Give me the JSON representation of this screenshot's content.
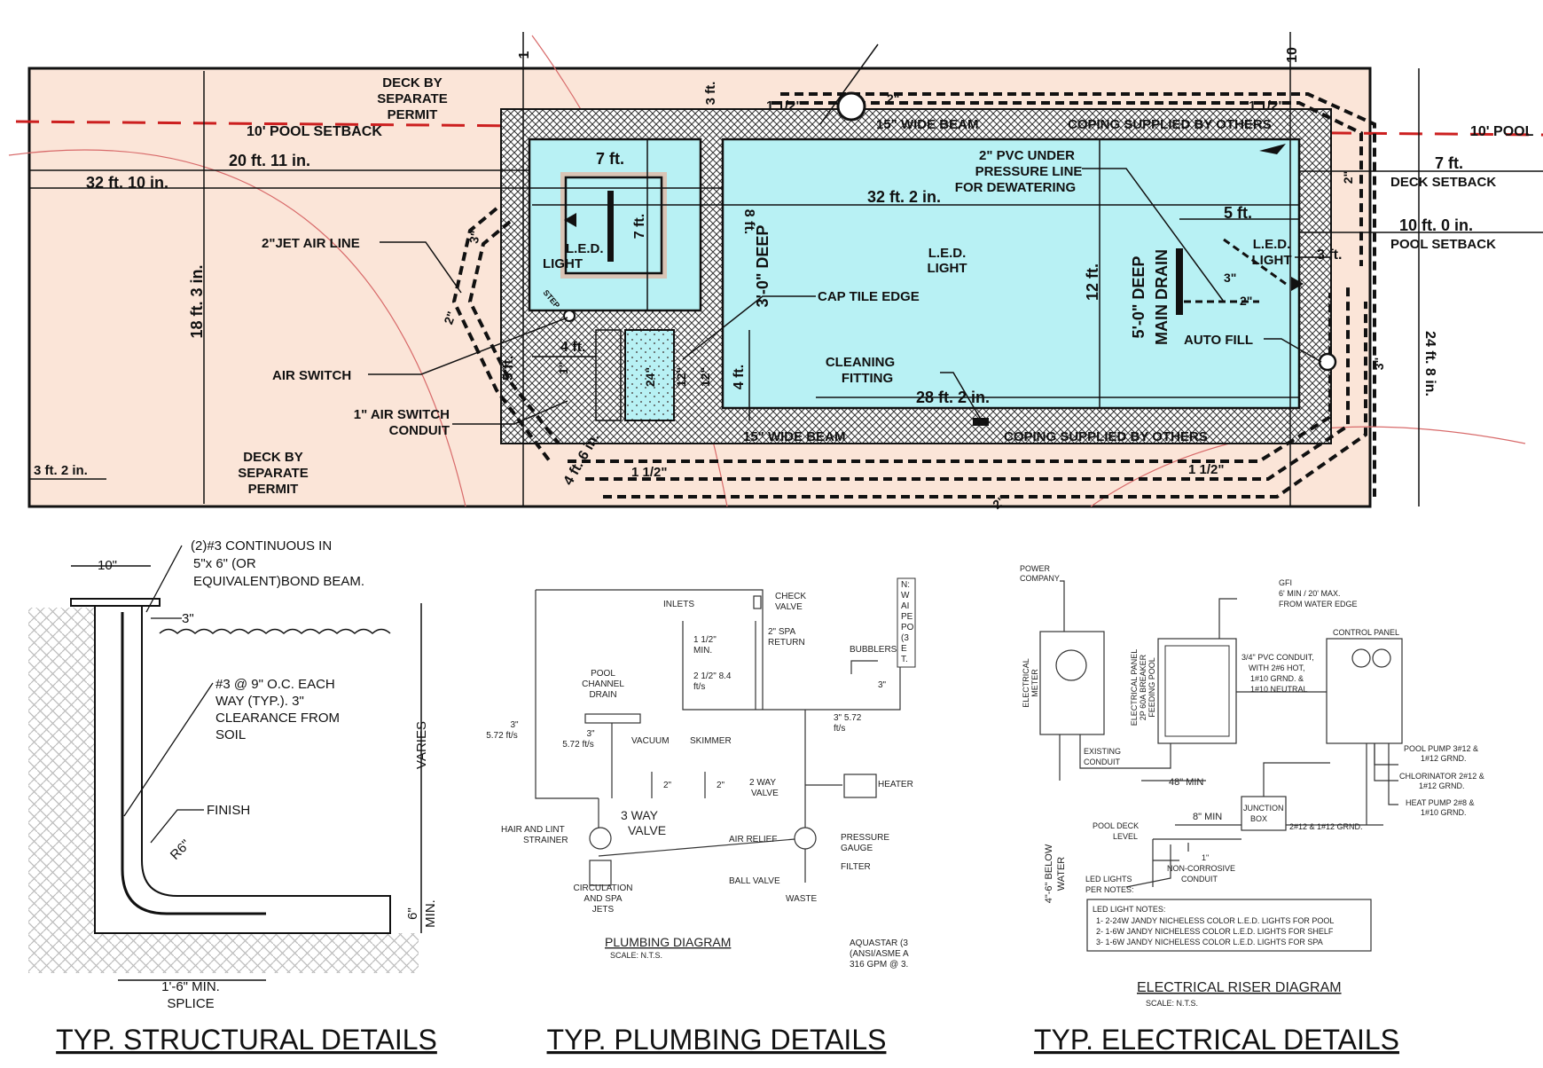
{
  "plan": {
    "deck_permit_top": [
      "DECK BY",
      "SEPARATE",
      "PERMIT"
    ],
    "deck_permit_bottom": [
      "DECK BY",
      "SEPARATE",
      "PERMIT"
    ],
    "setback_left": "10' POOL SETBACK",
    "setback_right_top": "10' POOL",
    "dim_20_11": "20 ft. 11 in.",
    "dim_32_10": "32 ft. 10 in.",
    "dim_18_3": "18 ft. 3 in.",
    "dim_3_2": "3 ft. 2 in.",
    "dim_7ft_a": "7 ft.",
    "dim_7ft_b": "7 ft.",
    "dim_8ft": "8 ft.",
    "dim_3ft_top": "3 ft.",
    "dim_32_2": "32 ft. 2 in.",
    "dim_12ft": "12 ft.",
    "dim_5ft": "5 ft.",
    "dim_3ft_right": "3 ft.",
    "dim_4ft_a": "4 ft.",
    "dim_4ft_b": "4 ft.",
    "dim_5ft_b": "5 ft.",
    "dim_28_2": "28 ft. 2 in.",
    "dim_4_6": "4 ft. 6 in.",
    "dim_24_8": "24 ft. 8 in.",
    "dim_24in": "24\"",
    "dim_12in_a": "12\"",
    "dim_12in_b": "12\"",
    "dim_1in": "1\"",
    "pipe_1_5_a": "1 1/2\"",
    "pipe_1_5_b": "1 1/2\"",
    "pipe_1_5_c": "1 1/2\"",
    "pipe_1_5_d": "1 1/2\"",
    "pipe_2_a": "2\"",
    "pipe_2_b": "2\"",
    "pipe_2_c": "2\"",
    "pipe_2_d": "2\"",
    "pipe_2_e": "2\"",
    "pipe_3_a": "3\"",
    "pipe_3_b": "3\"",
    "pipe_3_c": "3\"",
    "beam_top": "15\" WIDE BEAM",
    "beam_bottom": "15\" WIDE BEAM",
    "coping_top": "COPING SUPPLIED BY OTHERS",
    "coping_bottom": "COPING SUPPLIED BY OTHERS",
    "pvc_line": [
      "2\" PVC UNDER",
      "PRESSURE LINE",
      "FOR DEWATERING"
    ],
    "deep_3": "3'-0\" DEEP",
    "deep_5": "5'-0\" DEEP",
    "main_drain": "MAIN DRAIN",
    "led_spa": [
      "L.E.D.",
      "LIGHT"
    ],
    "led_pool": [
      "L.E.D.",
      "LIGHT"
    ],
    "led_right": [
      "L.E.D.",
      "LIGHT"
    ],
    "jet_air": "2\"JET AIR LINE",
    "air_switch": "AIR SWITCH",
    "air_conduit": [
      "1\" AIR SWITCH",
      "CONDUIT"
    ],
    "cap_tile": "CAP TILE EDGE",
    "cleaning": [
      "CLEANING",
      "FITTING"
    ],
    "auto_fill": "AUTO FILL",
    "step": "STEP",
    "deck_setback": "DECK SETBACK",
    "pool_setback": "POOL SETBACK",
    "dim_7ft_right": "7 ft.",
    "dim_10_0": "10 ft. 0 in.",
    "marker_1": "1",
    "marker_10": "10"
  },
  "structural": {
    "title": "TYP. STRUCTURAL DETAILS",
    "bond_beam": [
      "(2)#3 CONTINUOUS IN",
      "5\"x 6\" (OR",
      "EQUIVALENT)BOND BEAM."
    ],
    "dim_10": "10\"",
    "dim_3": "3\"",
    "rebar": [
      "#3 @ 9\" O.C. EACH",
      "WAY (TYP.). 3\"",
      "CLEARANCE FROM",
      "SOIL"
    ],
    "varies": "VARIES",
    "finish": "FINISH",
    "r6": "R6\"",
    "min6": "6\"",
    "min_label": "MIN.",
    "splice": [
      "1'-6\" MIN.",
      "SPLICE"
    ]
  },
  "plumbing": {
    "title": "TYP. PLUMBING DETAILS",
    "diagram_title": "PLUMBING DIAGRAM",
    "scale": "SCALE: N.T.S.",
    "inlets": "INLETS",
    "check_valve": [
      "CHECK",
      "VALVE"
    ],
    "min_1_5": [
      "1 1/2\"",
      "MIN."
    ],
    "spa_return": [
      "2\" SPA",
      "RETURN"
    ],
    "flow_2_5": [
      "2 1/2\" 8.4",
      "ft/s"
    ],
    "bubblers": "BUBBLERS",
    "b3": "3\"",
    "flow_3_572": [
      "3\" 5.72",
      "ft/s"
    ],
    "pool_channel": [
      "POOL",
      "CHANNEL",
      "DRAIN"
    ],
    "left_3": [
      "3\"",
      "5.72 ft/s"
    ],
    "drain_3": [
      "3\"",
      "5.72 ft/s"
    ],
    "vacuum": "VACUUM",
    "skimmer": "SKIMMER",
    "v2a": "2\"",
    "v2b": "2\"",
    "two_way": [
      "2 WAY",
      "VALVE"
    ],
    "heater": "HEATER",
    "three_way": [
      "3 WAY",
      "VALVE"
    ],
    "hair_lint": [
      "HAIR AND LINT",
      "STRAINER"
    ],
    "air_relief": "AIR RELIEF",
    "pressure_gauge": [
      "PRESSURE",
      "GAUGE"
    ],
    "filter": "FILTER",
    "ball_valve": "BALL VALVE",
    "waste": "WASTE",
    "circulation": [
      "CIRCULATION",
      "AND SPA",
      "JETS"
    ],
    "aquastar": [
      "AQUASTAR (3",
      "(ANSI/ASME A",
      "316 GPM @ 3."
    ],
    "note_box": [
      "N:",
      "W",
      "AI",
      "PE",
      "PO",
      "(3",
      "E",
      "T."
    ]
  },
  "electrical": {
    "title": "TYP. ELECTRICAL DETAILS",
    "diagram_title": "ELECTRICAL RISER DIAGRAM",
    "scale": "SCALE: N.T.S.",
    "power_company": [
      "POWER",
      "COMPANY"
    ],
    "gfi": [
      "GFI",
      "6' MIN / 20' MAX.",
      "FROM WATER EDGE"
    ],
    "control_panel": "CONTROL PANEL",
    "meter": [
      "ELECTRICAL",
      "METER"
    ],
    "panel": [
      "ELECTRICAL PANEL",
      "2P 60A BREAKER",
      "FEEDING POOL"
    ],
    "conduit": [
      "3/4\" PVC CONDUIT,",
      "WITH 2#6 HOT,",
      "1#10 GRND. &",
      "1#10 NEUTRAL"
    ],
    "existing": [
      "EXISTING",
      "CONDUIT"
    ],
    "min48": "48\" MIN",
    "min8": "8\" MIN",
    "junction": [
      "JUNCTION",
      "BOX"
    ],
    "wire": "2#12 & 1#12 GRND.",
    "pool_pump": [
      "POOL PUMP 3#12 &",
      "1#12 GRND."
    ],
    "chlorinator": [
      "CHLORINATOR 2#12 &",
      "1#12 GRND."
    ],
    "heat_pump": [
      "HEAT PUMP 2#8 &",
      "1#10 GRND."
    ],
    "deck_level": [
      "POOL DECK",
      "LEVEL"
    ],
    "non_corrosive": [
      "1\"",
      "NON-CORROSIVE",
      "CONDUIT"
    ],
    "led_lights": [
      "LED LIGHTS",
      "PER NOTES:"
    ],
    "below_water": [
      "4\"-6\" BELOW",
      "WATER"
    ],
    "notes": [
      "LED LIGHT NOTES:",
      "1- 2-24W JANDY NICHELESS COLOR L.E.D. LIGHTS FOR POOL",
      "2- 1-6W  JANDY NICHELESS COLOR L.E.D. LIGHTS FOR SHELF",
      "3- 1-6W  JANDY NICHELESS COLOR L.E.D. LIGHTS FOR SPA"
    ]
  },
  "colors": {
    "deck": "#fbe5d8",
    "water": "#b8f1f4",
    "setback": "#cc1f1f",
    "line": "#111111"
  }
}
